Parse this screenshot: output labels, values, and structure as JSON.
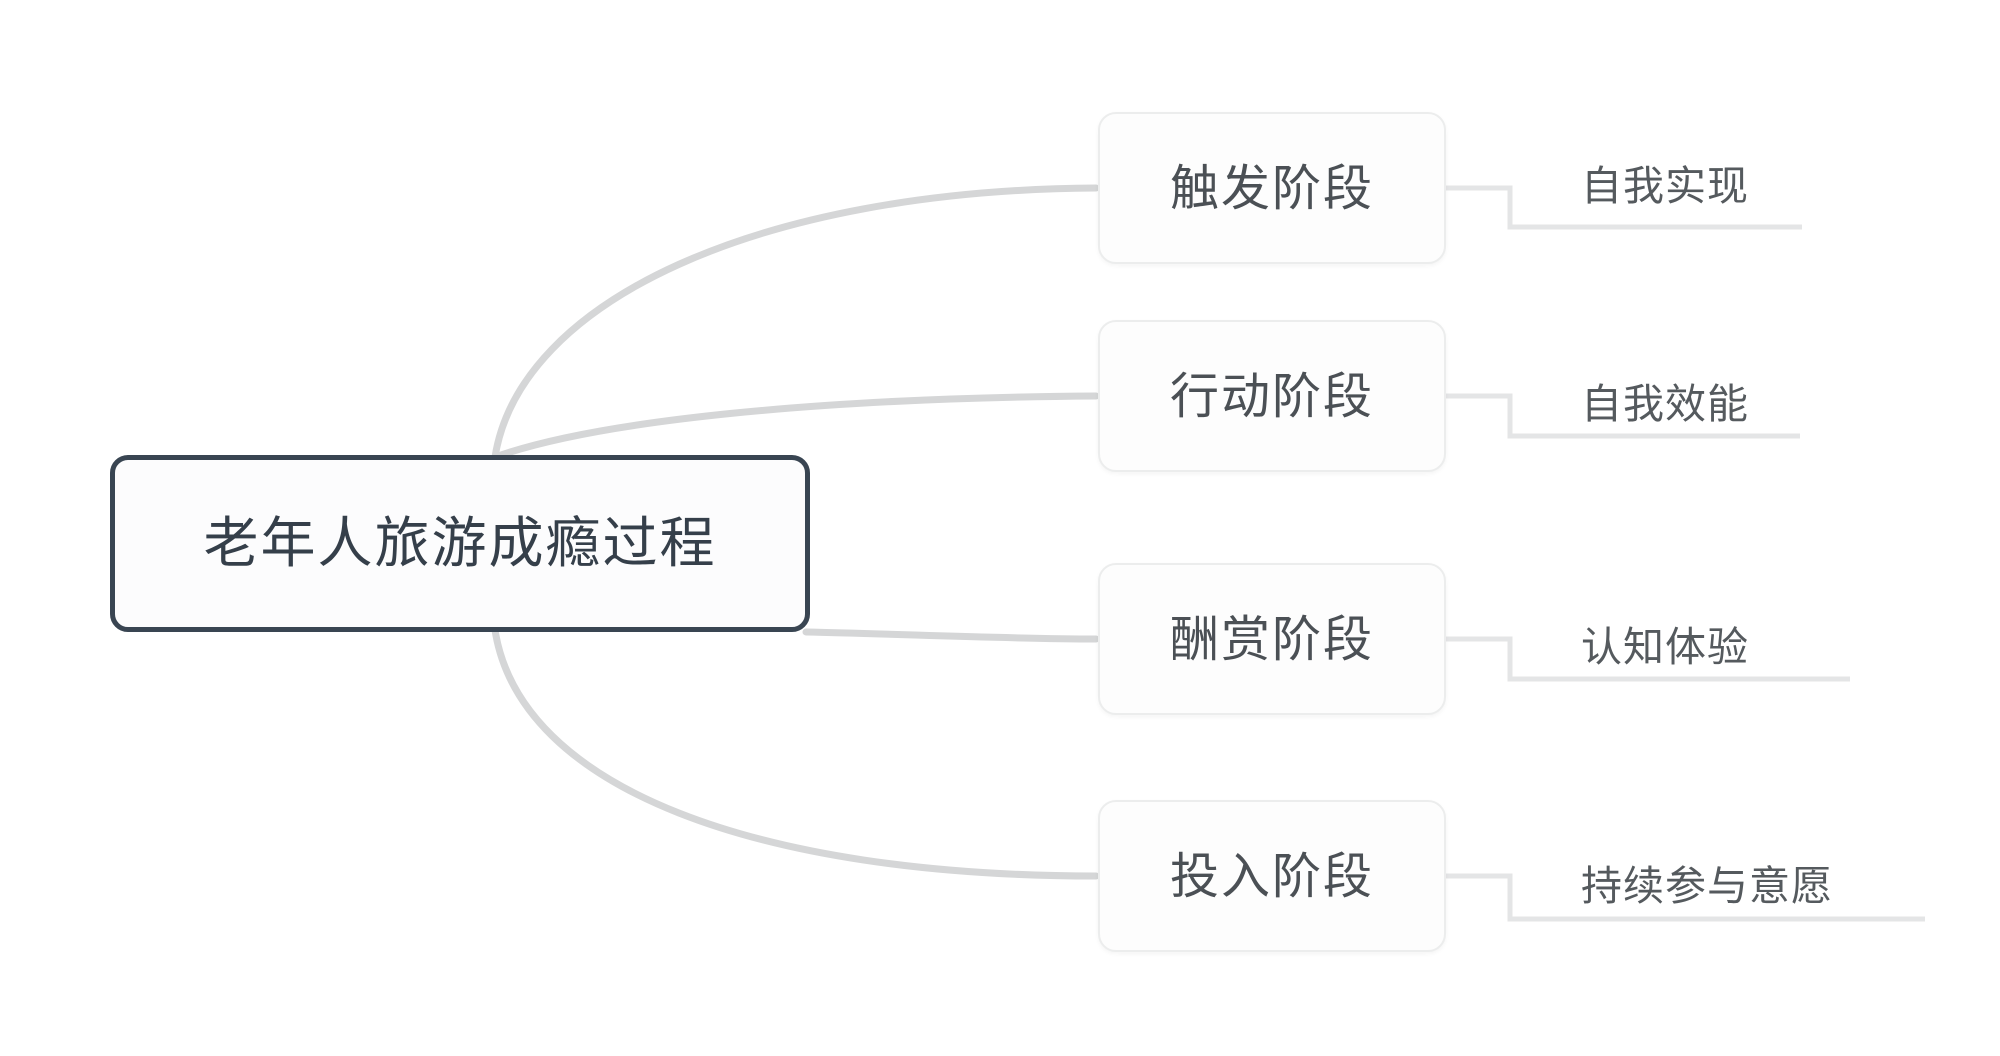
{
  "diagram": {
    "type": "mind-map",
    "orientation": "left-to-right",
    "background_color": "#ffffff",
    "root": {
      "label": "老年人旅游成瘾过程",
      "border_color": "#394552",
      "fill_color": "#fcfcfd",
      "text_color": "#353f4a"
    },
    "link_color": "#d5d6d7",
    "branch_border_color": "#eceded",
    "branch_text_color": "#4b5055",
    "leaf_text_color": "#555a5e",
    "branches": [
      {
        "label": "触发阶段",
        "leaf": "自我实现"
      },
      {
        "label": "行动阶段",
        "leaf": "自我效能"
      },
      {
        "label": "酬赏阶段",
        "leaf": "认知体验"
      },
      {
        "label": "投入阶段",
        "leaf": "持续参与意愿"
      }
    ]
  }
}
